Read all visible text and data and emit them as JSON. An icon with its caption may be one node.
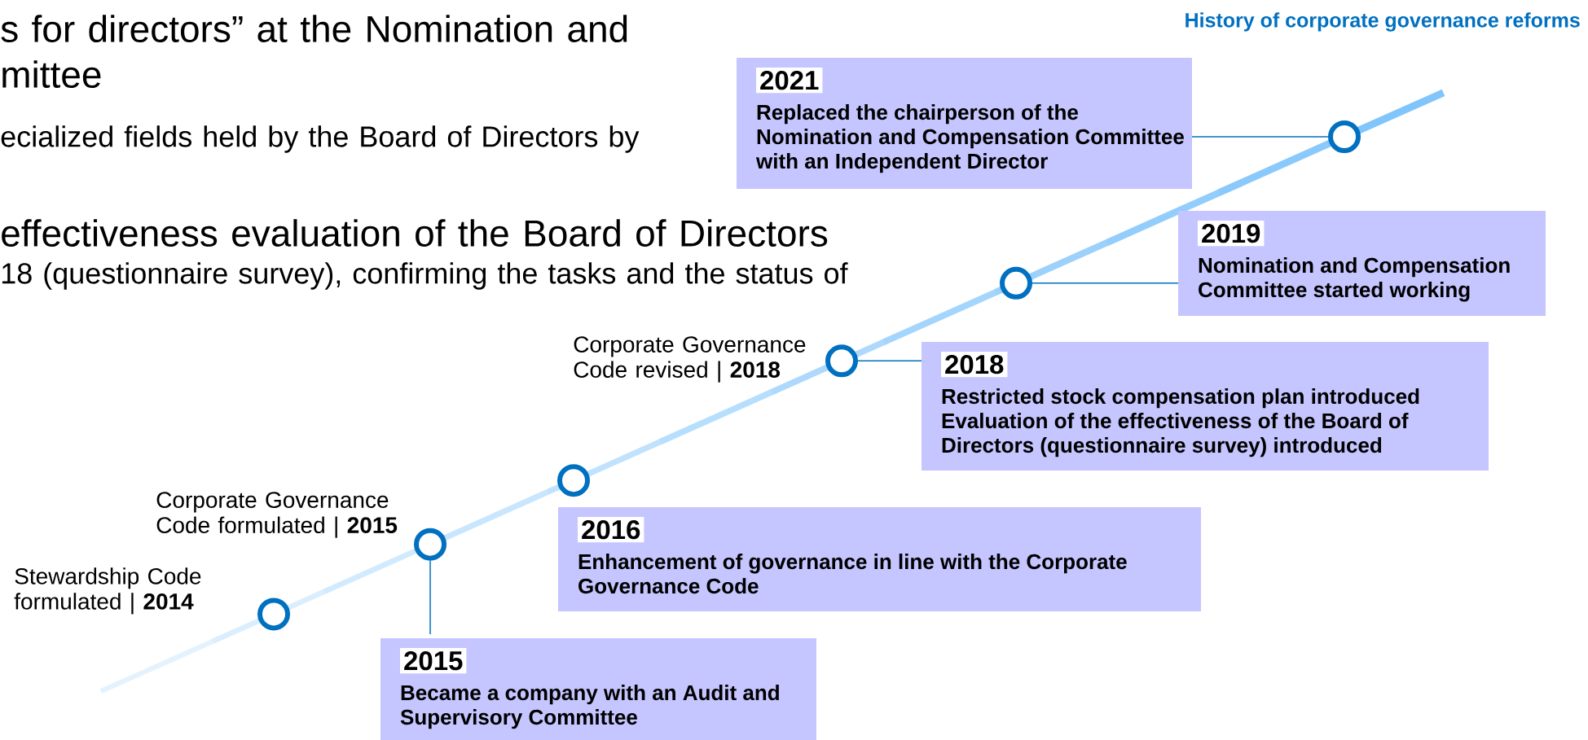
{
  "diagram": {
    "title": "History of corporate governance reforms",
    "nodes": [
      {
        "text": [
          "2021",
          "Replaced the chairperson of the Nomination and Compensation Committee with an Independent Director"
        ]
      },
      {
        "text": [],
        "shape": "circle"
      },
      {
        "text": [
          "2019",
          "Nomination and Compensation Committee started working"
        ]
      },
      {
        "text": [],
        "shape": "circle"
      },
      {
        "text": [],
        "shape": "circle",
        "beside": [
          "Corporate Governance Code revised | **2018**"
        ]
      },
      {
        "text": [
          "2018",
          "Restricted stock compensation plan introduced Evaluation of the effectiveness of the Board of Directors (questionnaire survey) introduced"
        ]
      },
      {
        "text": [],
        "shape": "circle"
      },
      {
        "text": [
          "2016",
          "Enhancement of governance in line with the Corporate Governance Code"
        ]
      },
      {
        "text": [],
        "shape": "circle",
        "beside": [
          "Corporate Governance Code formulated | **2015**"
        ]
      },
      {
        "text": [],
        "shape": "circle",
        "beside": [
          "Stewardship Code formulated | **2014**"
        ]
      },
      {
        "text": [
          "2015",
          "Became a company with an Audit and Supervisory Committee"
        ]
      }
    ],
    "edges": [
      {
        "from": 1,
        "to": 0,
        "arrow": "none"
      },
      {
        "from": 3,
        "to": 2,
        "arrow": "none"
      },
      {
        "from": 4,
        "to": 5,
        "arrow": "none"
      },
      {
        "from": 8,
        "to": 10,
        "arrow": "none"
      }
    ],
    "labels": [
      "s for directors” at the Nomination and mittee",
      "ecialized fields held by the Board of Directors by",
      "effectiveness evaluation of the Board of Directors",
      "18 (questionnaire survey), confirming the tasks and the status of"
    ]
  }
}
